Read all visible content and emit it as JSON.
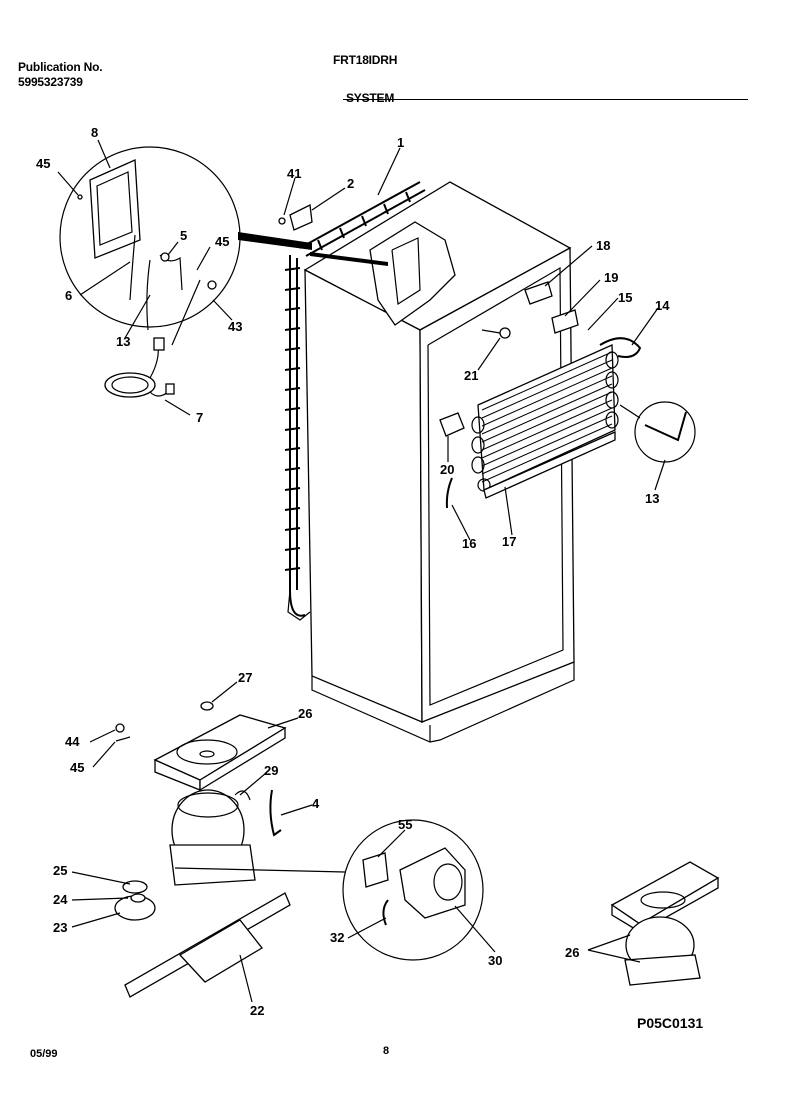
{
  "header": {
    "publication_label": "Publication No.",
    "publication_number": "5995323739",
    "model": "FRT18IDRH",
    "section": "SYSTEM"
  },
  "footer": {
    "date": "05/99",
    "page": "8",
    "diagram_code": "P05C0131"
  },
  "callouts": {
    "c1": "1",
    "c2": "2",
    "c41": "41",
    "c45a": "45",
    "c45b": "45",
    "c45c": "45",
    "c8": "8",
    "c6": "6",
    "c5": "5",
    "c13a": "13",
    "c13b": "13",
    "c43": "43",
    "c7": "7",
    "c18": "18",
    "c19": "19",
    "c15": "15",
    "c14": "14",
    "c21": "21",
    "c20": "20",
    "c16": "16",
    "c17": "17",
    "c27": "27",
    "c26a": "26",
    "c26b": "26",
    "c44": "44",
    "c29": "29",
    "c4": "4",
    "c25": "25",
    "c24": "24",
    "c23": "23",
    "c22": "22",
    "c55": "55",
    "c32": "32",
    "c30": "30"
  }
}
